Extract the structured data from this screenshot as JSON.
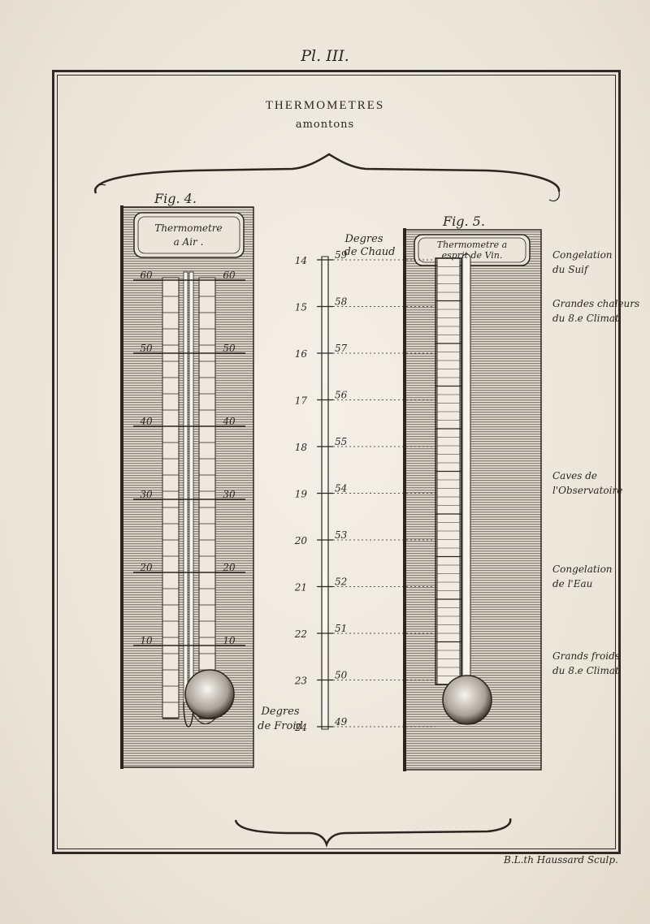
{
  "plate_label": "Pl. III.",
  "title": "THERMOMETRES",
  "subtitle": "amontons",
  "engraver": "B.L.th Haussard Sculp.",
  "fig4": {
    "label": "Fig. 4.",
    "cartouche": [
      "Thermometre",
      "a Air ."
    ],
    "scale_marks": [
      "60",
      "50",
      "40",
      "30",
      "20",
      "10"
    ]
  },
  "fig5": {
    "label": "Fig. 5.",
    "cartouche": [
      "Thermometre a",
      "esprit de Vin."
    ]
  },
  "scale": {
    "chaud_label": [
      "Degres",
      "de Chaud"
    ],
    "froid_label": [
      "Degres",
      "de Froid"
    ],
    "left_numbers": [
      "14",
      "15",
      "16",
      "17",
      "18",
      "19",
      "20",
      "21",
      "22",
      "23",
      "24"
    ],
    "right_numbers": [
      "59",
      "58",
      "57",
      "56",
      "55",
      "54",
      "53",
      "52",
      "51",
      "50",
      "49"
    ]
  },
  "annotations": [
    {
      "lines": [
        "Congelation",
        "du Suif"
      ]
    },
    {
      "lines": [
        "Grandes chaleurs",
        "du 8.e Climat"
      ]
    },
    {
      "lines": [
        "Caves de",
        "l'Observatoire"
      ]
    },
    {
      "lines": [
        "Congelation",
        "de l'Eau"
      ]
    },
    {
      "lines": [
        "Grands froids",
        "du 8.e Climat"
      ]
    }
  ]
}
